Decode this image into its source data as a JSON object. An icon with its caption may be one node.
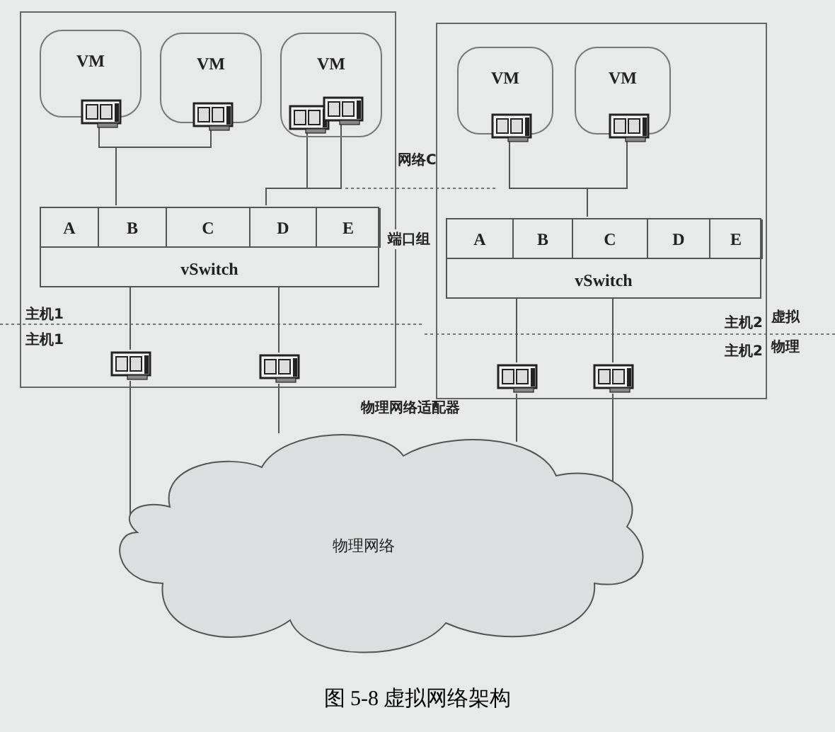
{
  "diagram": {
    "caption": "图 5-8 虚拟网络架构",
    "nodes": [
      {
        "text": [
          "主机1",
          "主机1"
        ]
      },
      {
        "text": [
          "VM"
        ],
        "in": 0
      },
      {
        "text": [
          "VM"
        ],
        "in": 0
      },
      {
        "text": [
          "VM"
        ],
        "in": 0
      },
      {
        "text": [],
        "shape": "picture",
        "in": 1
      },
      {
        "text": [],
        "shape": "picture",
        "in": 2
      },
      {
        "text": [],
        "shape": "picture",
        "in": 3
      },
      {
        "text": [],
        "shape": "picture",
        "in": 3
      },
      {
        "text": [
          "vSwitch"
        ],
        "in": 0
      },
      {
        "text": [
          "A"
        ],
        "in": 8
      },
      {
        "text": [
          "B"
        ],
        "in": 8
      },
      {
        "text": [
          "C"
        ],
        "in": 8
      },
      {
        "text": [
          "D"
        ],
        "in": 8
      },
      {
        "text": [
          "E"
        ],
        "in": 8
      },
      {
        "text": [],
        "shape": "picture",
        "in": 0
      },
      {
        "text": [],
        "shape": "picture",
        "in": 0
      },
      {
        "text": [
          "主机2",
          "主机2"
        ]
      },
      {
        "text": [
          "VM"
        ],
        "in": 16
      },
      {
        "text": [
          "VM"
        ],
        "in": 16
      },
      {
        "text": [],
        "shape": "picture",
        "in": 17
      },
      {
        "text": [],
        "shape": "picture",
        "in": 18
      },
      {
        "text": [
          "vSwitch"
        ],
        "in": 16
      },
      {
        "text": [
          "A"
        ],
        "in": 21
      },
      {
        "text": [
          "B"
        ],
        "in": 21
      },
      {
        "text": [
          "C"
        ],
        "in": 21
      },
      {
        "text": [
          "D"
        ],
        "in": 21
      },
      {
        "text": [
          "E"
        ],
        "in": 21
      },
      {
        "text": [],
        "shape": "picture",
        "in": 16
      },
      {
        "text": [],
        "shape": "picture",
        "in": 16
      },
      {
        "text": [
          "物理网络"
        ]
      }
    ],
    "edges": [
      {
        "from": 4,
        "to": 10,
        "arrow": "none"
      },
      {
        "from": 5,
        "to": 10,
        "arrow": "none"
      },
      {
        "from": 6,
        "to": 12,
        "arrow": "none"
      },
      {
        "from": 7,
        "to": 12,
        "arrow": "none"
      },
      {
        "from": 19,
        "to": 24,
        "arrow": "none"
      },
      {
        "from": 20,
        "to": 24,
        "arrow": "none"
      },
      {
        "from": 8,
        "to": 14,
        "arrow": "none"
      },
      {
        "from": 8,
        "to": 15,
        "arrow": "none"
      },
      {
        "from": 14,
        "to": 29,
        "arrow": "none"
      },
      {
        "from": 15,
        "to": 29,
        "arrow": "none"
      },
      {
        "from": 21,
        "to": 27,
        "arrow": "none"
      },
      {
        "from": 21,
        "to": 28,
        "arrow": "none"
      },
      {
        "from": 27,
        "to": 29,
        "arrow": "none"
      },
      {
        "from": 28,
        "to": 29,
        "arrow": "none"
      }
    ],
    "labels": [
      "网络C",
      "端口组",
      "虚拟",
      "物理",
      "物理网络适配器"
    ]
  }
}
